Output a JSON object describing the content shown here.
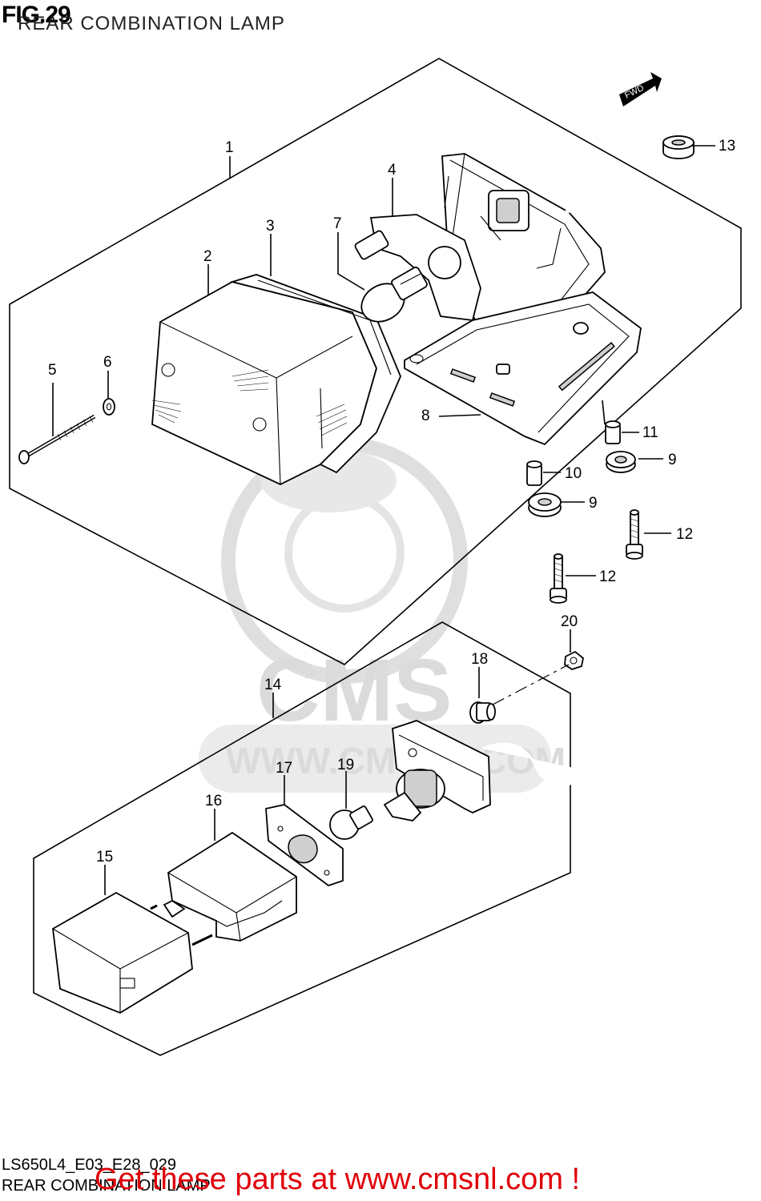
{
  "header": {
    "fig_label": "FIG.29",
    "title": "REAR COMBINATION LAMP"
  },
  "watermark": {
    "brand": "CMS",
    "site": "WWW.CMSNL.COM"
  },
  "fwd_badge": "FWD",
  "callouts": [
    {
      "id": "1",
      "text": "1"
    },
    {
      "id": "2",
      "text": "2"
    },
    {
      "id": "3",
      "text": "3"
    },
    {
      "id": "4",
      "text": "4"
    },
    {
      "id": "5",
      "text": "5"
    },
    {
      "id": "6",
      "text": "6"
    },
    {
      "id": "7",
      "text": "7"
    },
    {
      "id": "8",
      "text": "8"
    },
    {
      "id": "9a",
      "text": "9"
    },
    {
      "id": "9b",
      "text": "9"
    },
    {
      "id": "10",
      "text": "10"
    },
    {
      "id": "11",
      "text": "11"
    },
    {
      "id": "12a",
      "text": "12"
    },
    {
      "id": "12b",
      "text": "12"
    },
    {
      "id": "13",
      "text": "13"
    },
    {
      "id": "14",
      "text": "14"
    },
    {
      "id": "15",
      "text": "15"
    },
    {
      "id": "16",
      "text": "16"
    },
    {
      "id": "17",
      "text": "17"
    },
    {
      "id": "18",
      "text": "18"
    },
    {
      "id": "19",
      "text": "19"
    },
    {
      "id": "20",
      "text": "20"
    }
  ],
  "footer": {
    "diagram_code": "LS650L4_E03_E28_029",
    "diagram_name": "REAR COMBINATION LAMP",
    "promo": "Get these parts at www.cmsnl.com !"
  }
}
